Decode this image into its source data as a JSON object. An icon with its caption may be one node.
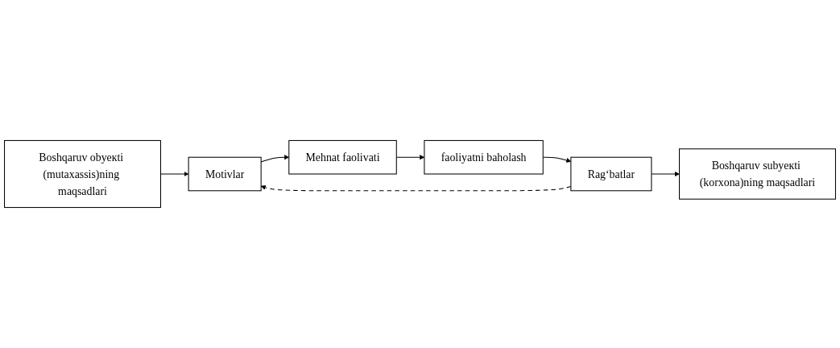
{
  "diagram": {
    "nodes": [
      {
        "text": [
          "Boshqaruv obyeкti (mutaxassis)ning maqsadlari"
        ]
      },
      {
        "text": [
          "Boshqaruv subyeкti (korxona)ning maqsadlari"
        ]
      },
      {
        "text": [
          "Motivlar"
        ]
      },
      {
        "text": [
          "Mehnat faolivati"
        ]
      },
      {
        "text": [
          "faoliyatni baholash"
        ]
      },
      {
        "text": [
          "Rag‘batlar"
        ]
      }
    ],
    "edges": [
      {
        "from": 0,
        "to": 2,
        "arrow": "to"
      },
      {
        "from": 2,
        "to": 3,
        "arrow": "to"
      },
      {
        "from": 3,
        "to": 4,
        "arrow": "to"
      },
      {
        "from": 4,
        "to": 5,
        "arrow": "to"
      },
      {
        "from": 5,
        "to": 1,
        "arrow": "to"
      },
      {
        "from": 5,
        "to": 2,
        "arrow": "to",
        "style": "dashed"
      }
    ]
  }
}
